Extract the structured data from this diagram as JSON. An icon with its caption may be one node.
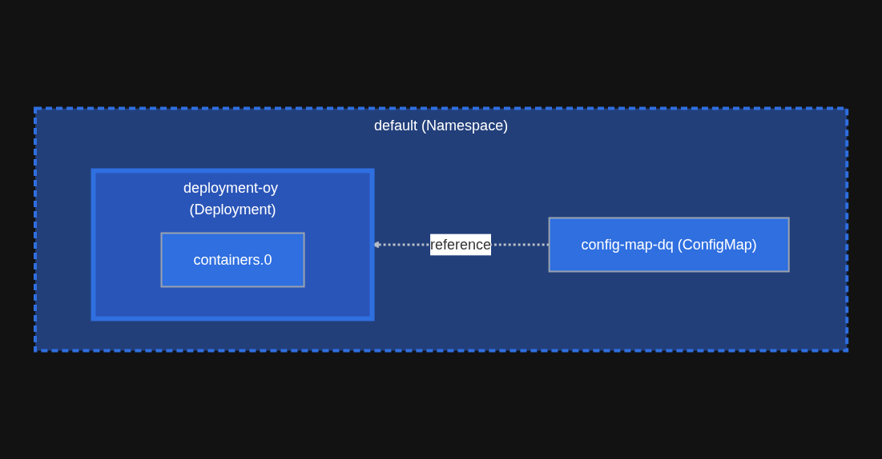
{
  "diagram": {
    "nodes": [
      {
        "text": [
          "default (Namespace)"
        ]
      },
      {
        "text": [
          "deployment-oy (Deployment)"
        ],
        "in": 0
      },
      {
        "text": [
          "containers.0"
        ],
        "in": 1
      },
      {
        "text": [
          "config-map-dq (ConfigMap)"
        ],
        "in": 0
      }
    ],
    "edges": [
      {
        "from": 3,
        "to": 1,
        "arrow": "to",
        "label": "reference",
        "style": "dashed"
      }
    ]
  }
}
